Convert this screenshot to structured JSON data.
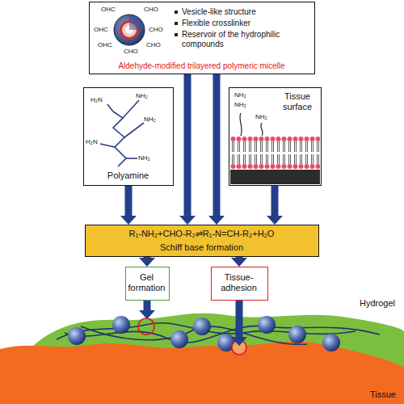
{
  "diagram": {
    "nodes": [
      {
        "text": [
          "Vesicle-like structure",
          "Flexible crosslinker",
          "Reservoir of the hydrophilic compounds",
          "Aldehyde-modified trilayered polymeric micelle"
        ]
      },
      {
        "text": [
          "Polyamine"
        ]
      },
      {
        "text": [
          "Tissue surface"
        ]
      },
      {
        "text": [
          "R₁-NH₂+CHO-R₂⇌R₁-N=CH-R₂+H₂O",
          "Schiff base formation"
        ]
      },
      {
        "text": [
          "Gel formation"
        ]
      },
      {
        "text": [
          "Tissue-adhesion"
        ]
      },
      {
        "text": [
          "Hydrogel"
        ]
      },
      {
        "text": [
          "Tissue"
        ]
      }
    ],
    "edges": [
      {
        "from": 0,
        "to": 3,
        "arrow": "to"
      },
      {
        "from": 0,
        "to": 3,
        "arrow": "to"
      },
      {
        "from": 1,
        "to": 3,
        "arrow": "to"
      },
      {
        "from": 2,
        "to": 3,
        "arrow": "to"
      },
      {
        "from": 3,
        "to": 4,
        "arrow": "to"
      },
      {
        "from": 3,
        "to": 5,
        "arrow": "to"
      },
      {
        "from": 4,
        "to": 6,
        "arrow": "to"
      },
      {
        "from": 5,
        "to": 7,
        "arrow": "to"
      }
    ],
    "labels": [
      "OHC",
      "CHO",
      "OHC",
      "CHO",
      "OHC",
      "CHO",
      "CHO",
      "H₂N",
      "NH₂",
      "NH₂",
      "H₂N",
      "NH₂",
      "NH₂",
      "NH₂",
      "NH₂"
    ]
  }
}
